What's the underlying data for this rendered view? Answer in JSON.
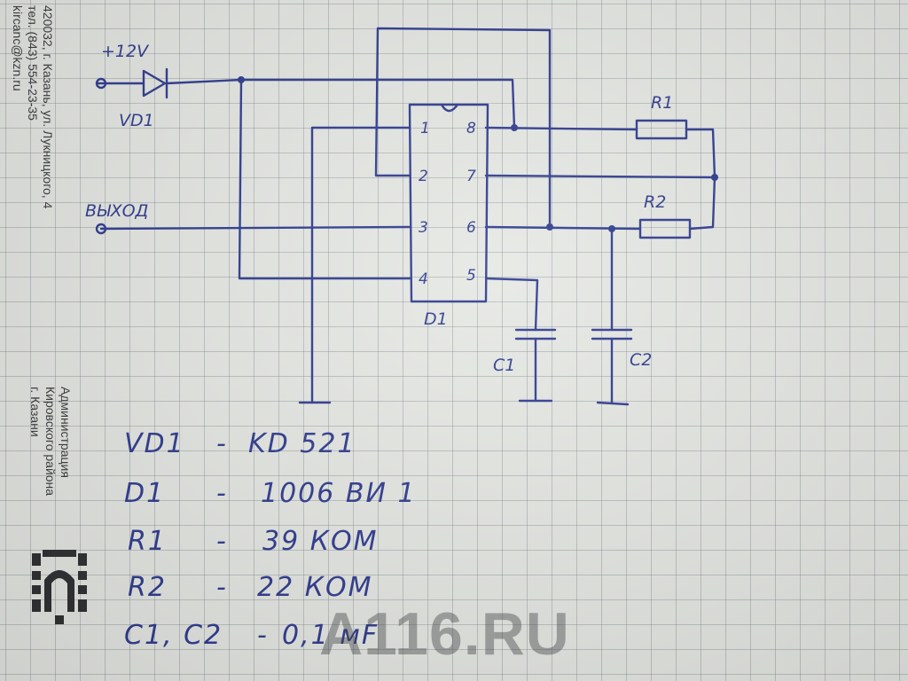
{
  "letterhead": {
    "address_lines": [
      "420032, г. Казань, ул. Лукницкого, 4",
      "тел. (843) 554-23-35",
      "kircanc@kzn.ru"
    ],
    "org_lines": [
      "Администрация",
      "Кировского района",
      "г. Казани"
    ]
  },
  "schematic": {
    "supply_label": "+12V",
    "diode_label": "VD1",
    "output_label": "ВЫХОД",
    "chip_label": "D1",
    "pin_numbers": [
      "1",
      "2",
      "3",
      "4",
      "5",
      "6",
      "7",
      "8"
    ],
    "r1_label": "R1",
    "r2_label": "R2",
    "c1_label": "C1",
    "c2_label": "C2"
  },
  "parts_list": [
    {
      "ref": "VD1",
      "dash": "-",
      "value": "KD 521"
    },
    {
      "ref": "D1",
      "dash": "-",
      "value": "1006 ВИ 1"
    },
    {
      "ref": "R1",
      "dash": "-",
      "value": "39 КОМ"
    },
    {
      "ref": "R2",
      "dash": "-",
      "value": "22 КОМ"
    },
    {
      "ref": "C1, C2",
      "dash": "-",
      "value": "0,1 мF"
    }
  ],
  "watermark": "A116.RU",
  "colors": {
    "ink": "#2d3a8e",
    "paper": "#e6e8e4",
    "grid": "#7a8287"
  }
}
